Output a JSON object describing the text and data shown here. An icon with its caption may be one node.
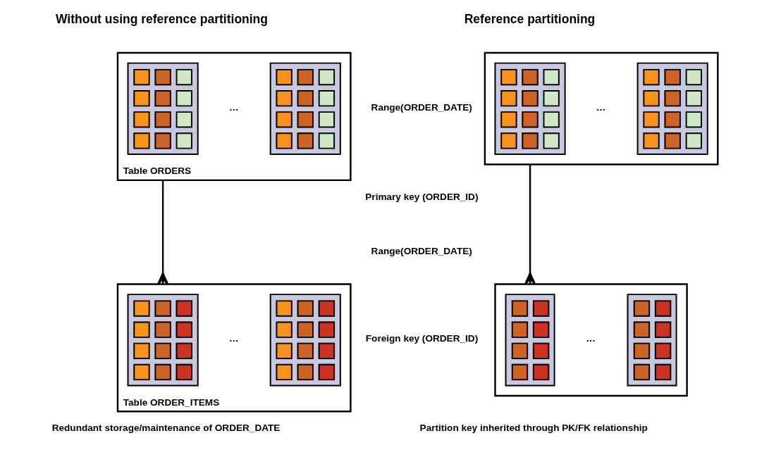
{
  "diagram": {
    "nodes": [
      {
        "text": [
          "Table ORDERS"
        ]
      },
      {
        "text": [],
        "shape": "box",
        "in": 0
      },
      {
        "text": [],
        "shape": "box",
        "in": 0
      },
      {
        "text": [
          "Table ORDER_ITEMS"
        ]
      },
      {
        "text": [],
        "shape": "box",
        "in": 3
      },
      {
        "text": [],
        "shape": "box",
        "in": 3
      },
      {
        "text": [],
        "shape": "box"
      },
      {
        "text": [],
        "shape": "box",
        "in": 6
      },
      {
        "text": [],
        "shape": "box",
        "in": 6
      },
      {
        "text": [],
        "shape": "box"
      },
      {
        "text": [],
        "shape": "box",
        "in": 9
      },
      {
        "text": [],
        "shape": "box",
        "in": 9
      }
    ],
    "edges": [
      {
        "from": 0,
        "to": 3,
        "arrow": "other"
      },
      {
        "from": 6,
        "to": 9,
        "arrow": "other"
      }
    ],
    "labels": [
      "Without using reference partitioning",
      "Reference partitioning",
      "…",
      "Range(ORDER_DATE)",
      "Primary key (ORDER_ID)",
      "…",
      "…",
      "Range(ORDER_DATE)",
      "Foreign key (ORDER_ID)",
      "…",
      "Redundant storage/maintenance of ORDER_DATE",
      "Partition key inherited through PK/FK relationship"
    ]
  }
}
